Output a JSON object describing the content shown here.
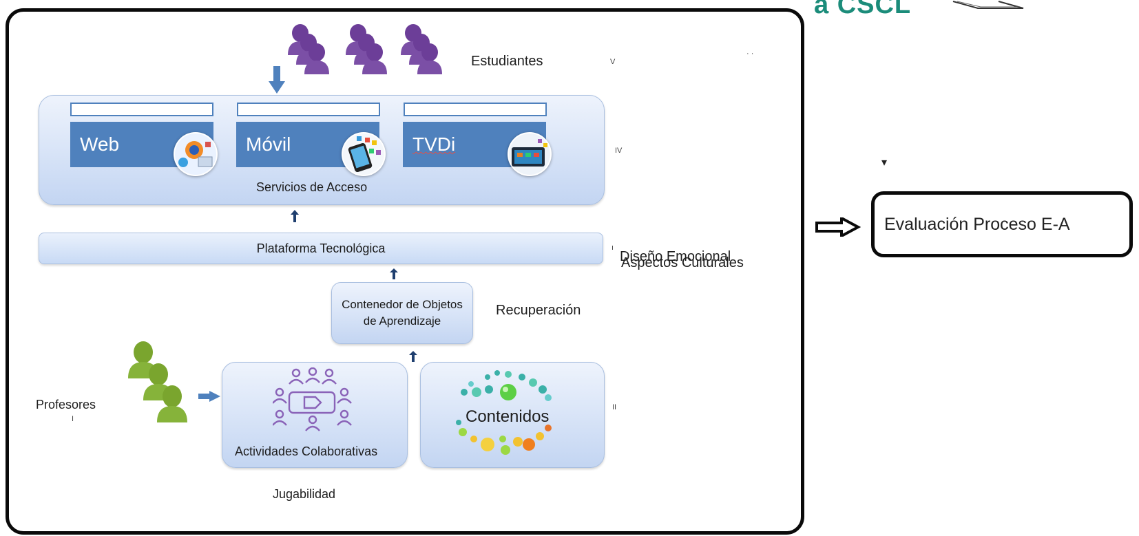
{
  "header_logo_text": "a CSCL",
  "estudiantes_label": "Estudiantes",
  "roman_v": "V",
  "roman_iv": "IV",
  "roman_ii": "II",
  "roman_i": "I",
  "web_label": "Web",
  "movil_label": "Móvil",
  "tvdi_label": "TVDi",
  "servicios_label": "Servicios de Acceso",
  "plataforma_label": "Plataforma Tecnológica",
  "diseno_label": "Diseño Emocional",
  "aspectos_label": "Aspectos Culturales",
  "contenedor_label": "Contenedor de Objetos de Aprendizaje",
  "recuperacion_label": "Recuperación",
  "profesores_label": "Profesores",
  "actividades_label": "Actividades Colaborativas",
  "contenidos_label": "Contenidos",
  "jugabilidad_label": "Jugabilidad",
  "evaluacion_label": "Evaluación Proceso E-A",
  "colors": {
    "frame": "#0a0a0a",
    "service_blue": "#4f81bd",
    "panel_light": "#dbe6f8",
    "student_purple": "#7b4fa6",
    "teacher_green": "#86b33a",
    "logo_teal": "#1b8c7a"
  }
}
